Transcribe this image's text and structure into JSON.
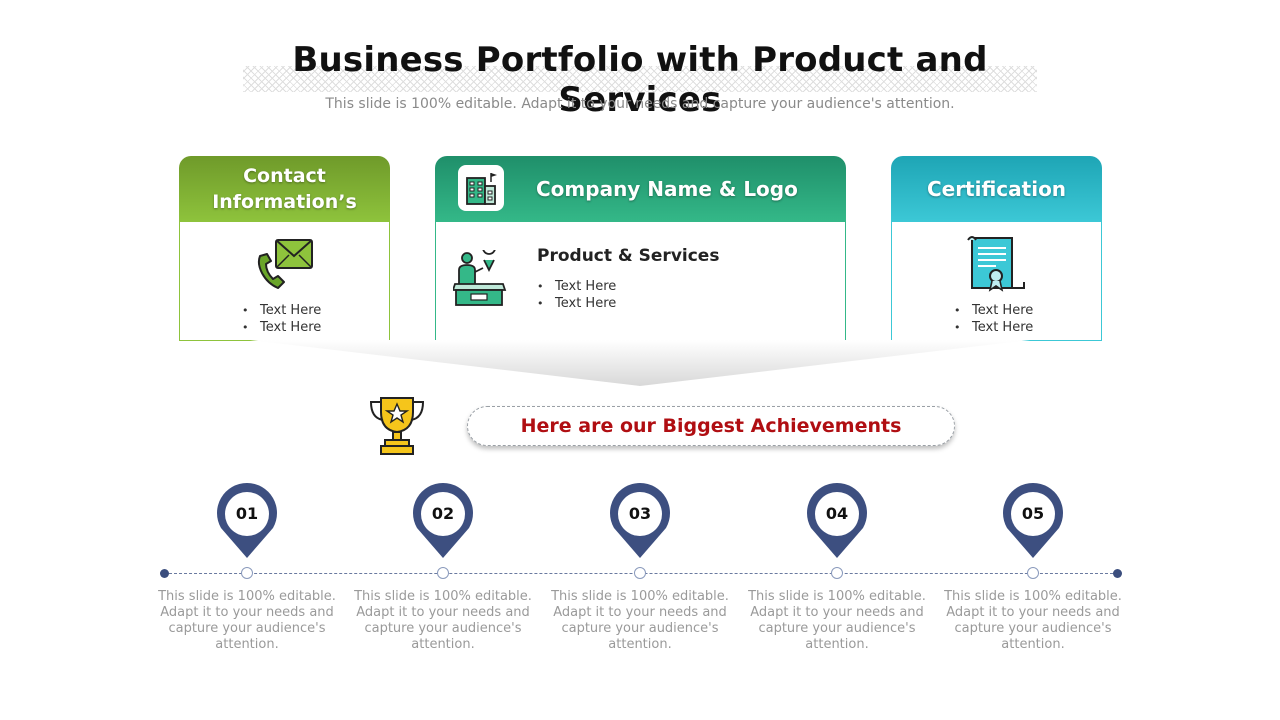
{
  "header": {
    "title": "Business Portfolio with Product and Services",
    "subtitle": "This slide is 100% editable. Adapt it to your needs and capture your audience's attention."
  },
  "contact_card": {
    "title_line1": "Contact",
    "title_line2": "Information’s",
    "bullets": [
      "Text Here",
      "Text Here"
    ],
    "color": "#8ec33c"
  },
  "company_card": {
    "title": "Company Name & Logo",
    "section_title": "Product & Services",
    "bullets": [
      "Text Here",
      "Text Here"
    ],
    "color": "#34b888"
  },
  "cert_card": {
    "title": "Certification",
    "bullets": [
      "Text Here",
      "Text Here"
    ],
    "color": "#3cc8d6"
  },
  "achievements": {
    "banner": "Here are our Biggest Achievements",
    "steps": [
      {
        "number": "01",
        "text": "This slide is 100% editable. Adapt it to your needs and capture your audience's attention."
      },
      {
        "number": "02",
        "text": "This slide is 100% editable. Adapt it to your needs and capture your audience's attention."
      },
      {
        "number": "03",
        "text": "This slide is 100% editable. Adapt it to your needs and capture your audience's attention."
      },
      {
        "number": "04",
        "text": "This slide is 100% editable. Adapt it to your needs and capture your audience's attention."
      },
      {
        "number": "05",
        "text": "This slide is 100% editable. Adapt it to your needs and capture your audience's attention."
      }
    ]
  },
  "icons": [
    "phone-mail-icon",
    "building-icon",
    "product-person-icon",
    "certificate-icon",
    "trophy-icon",
    "location-pin-icon"
  ]
}
